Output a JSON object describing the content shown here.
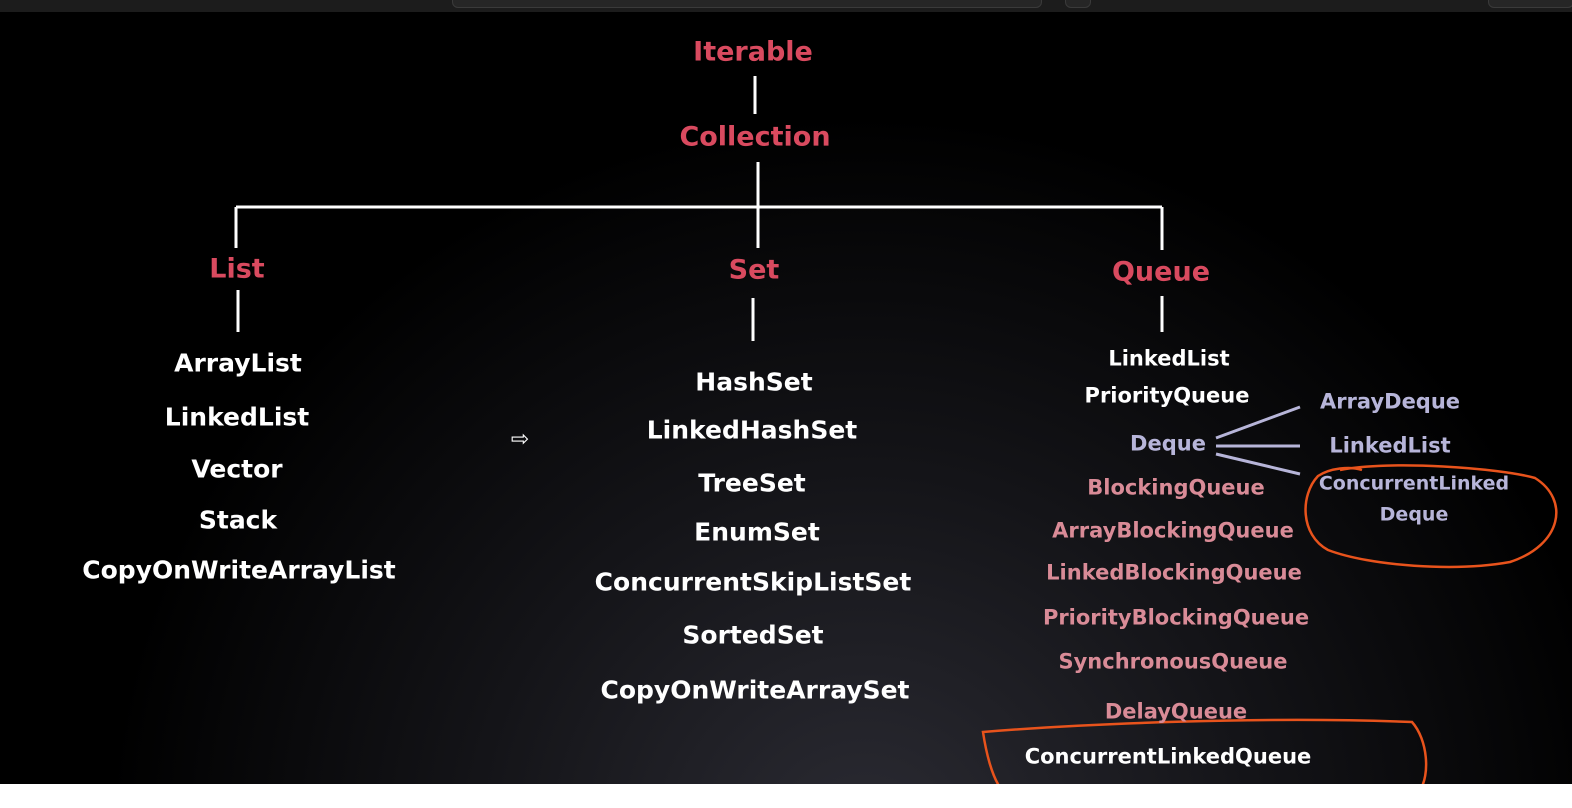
{
  "colors": {
    "interface": "#d94a5f",
    "implementation": "#ffffff",
    "deque_branch": "#b7b5d9",
    "blocking_queue": "#d98b97",
    "annotation": "#e8531c"
  },
  "nodes": {
    "iterable": "Iterable",
    "collection": "Collection",
    "list": "List",
    "set": "Set",
    "queue": "Queue"
  },
  "list_impls": [
    "ArrayList",
    "LinkedList",
    "Vector",
    "Stack",
    "CopyOnWriteArrayList"
  ],
  "set_impls": [
    "HashSet",
    "LinkedHashSet",
    "TreeSet",
    "EnumSet",
    "ConcurrentSkipListSet",
    "SortedSet",
    "CopyOnWriteArraySet"
  ],
  "queue_impls": {
    "linked_list": "LinkedList",
    "priority_queue": "PriorityQueue",
    "deque": "Deque",
    "deque_children": [
      "ArrayDeque",
      "LinkedList",
      "ConcurrentLinked",
      "Deque"
    ],
    "blocking": [
      "BlockingQueue",
      "ArrayBlockingQueue",
      "LinkedBlockingQueue",
      "PriorityBlockingQueue",
      "SynchronousQueue",
      "DelayQueue"
    ],
    "concurrent_linked_queue": "ConcurrentLinkedQueue"
  },
  "icons": {
    "cursor": "arrow-cursor-icon"
  }
}
